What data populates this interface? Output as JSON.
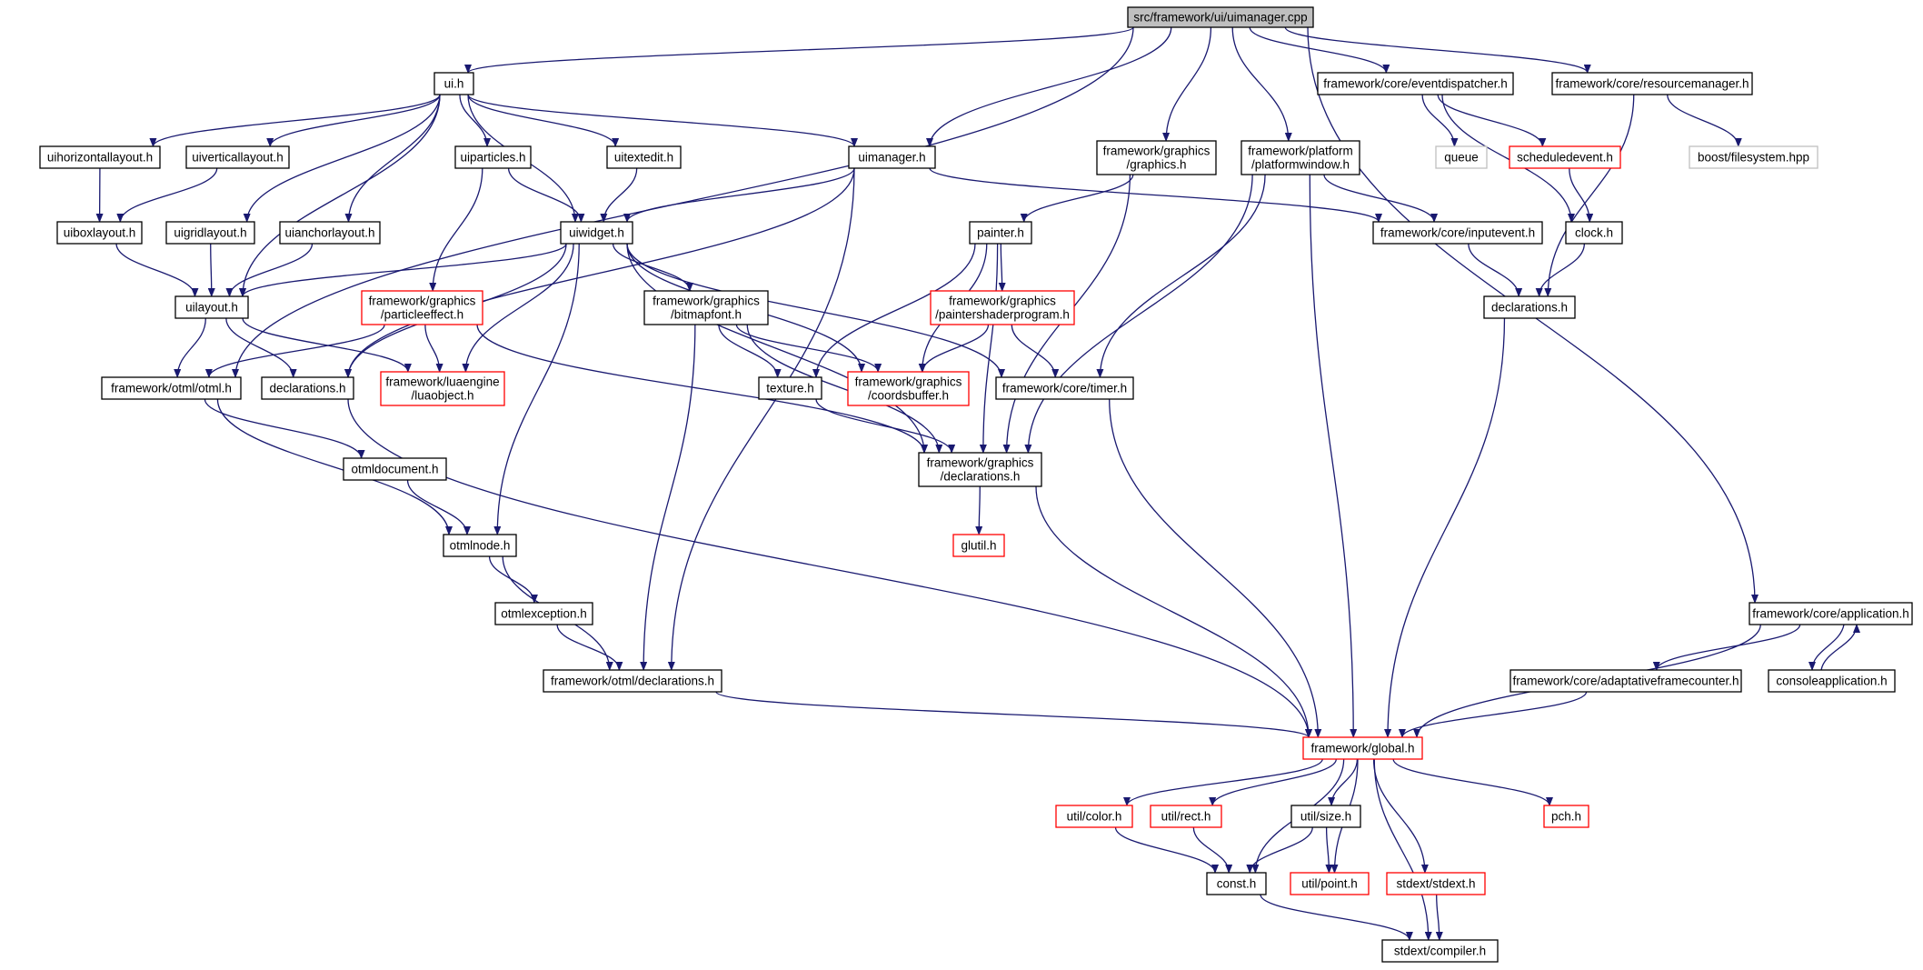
{
  "colors": {
    "edge": "#191970",
    "border_normal": "#000000",
    "border_incomplete": "#ff0000",
    "border_external": "#bfbfbf",
    "fill_root": "#bfbfbf",
    "fill_default": "#ffffff"
  },
  "nodes": [
    {
      "id": "n_root",
      "label": "src/framework/ui/uimanager.cpp",
      "kind": "root"
    },
    {
      "id": "n_ui",
      "label": "ui.h",
      "kind": "normal"
    },
    {
      "id": "n_eventdispatcher",
      "label": "framework/core/eventdispatcher.h",
      "kind": "normal"
    },
    {
      "id": "n_resourcemanager",
      "label": "framework/core/resourcemanager.h",
      "kind": "normal"
    },
    {
      "id": "n_uihorizontallayout",
      "label": "uihorizontallayout.h",
      "kind": "normal"
    },
    {
      "id": "n_uiverticallayout",
      "label": "uiverticallayout.h",
      "kind": "normal"
    },
    {
      "id": "n_uiparticles",
      "label": "uiparticles.h",
      "kind": "normal"
    },
    {
      "id": "n_uitextedit",
      "label": "uitextedit.h",
      "kind": "normal"
    },
    {
      "id": "n_uimanager_h",
      "label": "uimanager.h",
      "kind": "normal"
    },
    {
      "id": "n_graphics",
      "label": "framework/graphics\n/graphics.h",
      "kind": "normal"
    },
    {
      "id": "n_platformwindow",
      "label": "framework/platform\n/platformwindow.h",
      "kind": "normal"
    },
    {
      "id": "n_queue",
      "label": "queue",
      "kind": "external"
    },
    {
      "id": "n_scheduledevent",
      "label": "scheduledevent.h",
      "kind": "incomplete"
    },
    {
      "id": "n_boostfs",
      "label": "boost/filesystem.hpp",
      "kind": "external"
    },
    {
      "id": "n_uiboxlayout",
      "label": "uiboxlayout.h",
      "kind": "normal"
    },
    {
      "id": "n_uigridlayout",
      "label": "uigridlayout.h",
      "kind": "normal"
    },
    {
      "id": "n_uianchorlayout",
      "label": "uianchorlayout.h",
      "kind": "normal"
    },
    {
      "id": "n_uiwidget",
      "label": "uiwidget.h",
      "kind": "normal"
    },
    {
      "id": "n_painter",
      "label": "painter.h",
      "kind": "normal"
    },
    {
      "id": "n_inputevent",
      "label": "framework/core/inputevent.h",
      "kind": "normal"
    },
    {
      "id": "n_clock",
      "label": "clock.h",
      "kind": "normal"
    },
    {
      "id": "n_uilayout",
      "label": "uilayout.h",
      "kind": "normal"
    },
    {
      "id": "n_particleeffect",
      "label": "framework/graphics\n/particleeffect.h",
      "kind": "incomplete"
    },
    {
      "id": "n_bitmapfont",
      "label": "framework/graphics\n/bitmapfont.h",
      "kind": "normal"
    },
    {
      "id": "n_paintershader",
      "label": "framework/graphics\n/paintershaderprogram.h",
      "kind": "incomplete"
    },
    {
      "id": "n_core_decl",
      "label": "declarations.h",
      "kind": "normal"
    },
    {
      "id": "n_otml",
      "label": "framework/otml/otml.h",
      "kind": "normal"
    },
    {
      "id": "n_ui_decl",
      "label": "declarations.h",
      "kind": "normal"
    },
    {
      "id": "n_luaobject",
      "label": "framework/luaengine\n/luaobject.h",
      "kind": "incomplete"
    },
    {
      "id": "n_texture",
      "label": "texture.h",
      "kind": "normal"
    },
    {
      "id": "n_coordsbuffer",
      "label": "framework/graphics\n/coordsbuffer.h",
      "kind": "incomplete"
    },
    {
      "id": "n_timer",
      "label": "framework/core/timer.h",
      "kind": "normal"
    },
    {
      "id": "n_otmldocument",
      "label": "otmldocument.h",
      "kind": "normal"
    },
    {
      "id": "n_gfx_decl",
      "label": "framework/graphics\n/declarations.h",
      "kind": "normal"
    },
    {
      "id": "n_otmlnode",
      "label": "otmlnode.h",
      "kind": "normal"
    },
    {
      "id": "n_glutil",
      "label": "glutil.h",
      "kind": "incomplete"
    },
    {
      "id": "n_otmlexception",
      "label": "otmlexception.h",
      "kind": "normal"
    },
    {
      "id": "n_application",
      "label": "framework/core/application.h",
      "kind": "normal"
    },
    {
      "id": "n_otml_decl",
      "label": "framework/otml/declarations.h",
      "kind": "normal"
    },
    {
      "id": "n_adaptive",
      "label": "framework/core/adaptativeframecounter.h",
      "kind": "normal"
    },
    {
      "id": "n_consoleapp",
      "label": "consoleapplication.h",
      "kind": "normal"
    },
    {
      "id": "n_global",
      "label": "framework/global.h",
      "kind": "incomplete"
    },
    {
      "id": "n_color",
      "label": "util/color.h",
      "kind": "incomplete"
    },
    {
      "id": "n_rect",
      "label": "util/rect.h",
      "kind": "incomplete"
    },
    {
      "id": "n_size",
      "label": "util/size.h",
      "kind": "normal"
    },
    {
      "id": "n_pch",
      "label": "pch.h",
      "kind": "incomplete"
    },
    {
      "id": "n_const",
      "label": "const.h",
      "kind": "normal"
    },
    {
      "id": "n_point",
      "label": "util/point.h",
      "kind": "incomplete"
    },
    {
      "id": "n_stdext",
      "label": "stdext/stdext.h",
      "kind": "incomplete"
    },
    {
      "id": "n_compiler",
      "label": "stdext/compiler.h",
      "kind": "normal"
    }
  ],
  "edges": [
    [
      "n_root",
      "n_ui"
    ],
    [
      "n_root",
      "n_uimanager_h"
    ],
    [
      "n_root",
      "n_graphics"
    ],
    [
      "n_root",
      "n_platformwindow"
    ],
    [
      "n_root",
      "n_eventdispatcher"
    ],
    [
      "n_root",
      "n_resourcemanager"
    ],
    [
      "n_root",
      "n_application"
    ],
    [
      "n_root",
      "n_otml"
    ],
    [
      "n_ui",
      "n_uihorizontallayout"
    ],
    [
      "n_ui",
      "n_uiverticallayout"
    ],
    [
      "n_ui",
      "n_uiparticles"
    ],
    [
      "n_ui",
      "n_uitextedit"
    ],
    [
      "n_ui",
      "n_uimanager_h"
    ],
    [
      "n_ui",
      "n_uigridlayout"
    ],
    [
      "n_ui",
      "n_uianchorlayout"
    ],
    [
      "n_ui",
      "n_uiwidget"
    ],
    [
      "n_ui",
      "n_uilayout"
    ],
    [
      "n_uihorizontallayout",
      "n_uiboxlayout"
    ],
    [
      "n_uiverticallayout",
      "n_uiboxlayout"
    ],
    [
      "n_uiboxlayout",
      "n_uilayout"
    ],
    [
      "n_uigridlayout",
      "n_uilayout"
    ],
    [
      "n_uianchorlayout",
      "n_uilayout"
    ],
    [
      "n_uiparticles",
      "n_uiwidget"
    ],
    [
      "n_uiparticles",
      "n_particleeffect"
    ],
    [
      "n_uitextedit",
      "n_uiwidget"
    ],
    [
      "n_uimanager_h",
      "n_uiwidget"
    ],
    [
      "n_uimanager_h",
      "n_inputevent"
    ],
    [
      "n_uimanager_h",
      "n_ui_decl"
    ],
    [
      "n_uimanager_h",
      "n_otml_decl"
    ],
    [
      "n_uiwidget",
      "n_uilayout"
    ],
    [
      "n_uiwidget",
      "n_ui_decl"
    ],
    [
      "n_uiwidget",
      "n_luaobject"
    ],
    [
      "n_uiwidget",
      "n_bitmapfont"
    ],
    [
      "n_uiwidget",
      "n_coordsbuffer"
    ],
    [
      "n_uiwidget",
      "n_timer"
    ],
    [
      "n_uiwidget",
      "n_gfx_decl"
    ],
    [
      "n_uiwidget",
      "n_otmlnode"
    ],
    [
      "n_uilayout",
      "n_otml"
    ],
    [
      "n_uilayout",
      "n_ui_decl"
    ],
    [
      "n_uilayout",
      "n_luaobject"
    ],
    [
      "n_particleeffect",
      "n_otml"
    ],
    [
      "n_particleeffect",
      "n_luaobject"
    ],
    [
      "n_particleeffect",
      "n_gfx_decl"
    ],
    [
      "n_otml",
      "n_otmldocument"
    ],
    [
      "n_otml",
      "n_otmlnode"
    ],
    [
      "n_otmldocument",
      "n_otmlnode"
    ],
    [
      "n_otmlnode",
      "n_otmlexception"
    ],
    [
      "n_otmlnode",
      "n_otml_decl"
    ],
    [
      "n_otmlexception",
      "n_otml_decl"
    ],
    [
      "n_otml_decl",
      "n_global"
    ],
    [
      "n_ui_decl",
      "n_global"
    ],
    [
      "n_bitmapfont",
      "n_texture"
    ],
    [
      "n_bitmapfont",
      "n_coordsbuffer"
    ],
    [
      "n_bitmapfont",
      "n_gfx_decl"
    ],
    [
      "n_bitmapfont",
      "n_otml_decl"
    ],
    [
      "n_graphics",
      "n_painter"
    ],
    [
      "n_graphics",
      "n_gfx_decl"
    ],
    [
      "n_painter",
      "n_paintershader"
    ],
    [
      "n_painter",
      "n_texture"
    ],
    [
      "n_painter",
      "n_coordsbuffer"
    ],
    [
      "n_painter",
      "n_gfx_decl"
    ],
    [
      "n_paintershader",
      "n_coordsbuffer"
    ],
    [
      "n_paintershader",
      "n_timer"
    ],
    [
      "n_texture",
      "n_gfx_decl"
    ],
    [
      "n_gfx_decl",
      "n_glutil"
    ],
    [
      "n_gfx_decl",
      "n_global"
    ],
    [
      "n_platformwindow",
      "n_inputevent"
    ],
    [
      "n_platformwindow",
      "n_timer"
    ],
    [
      "n_platformwindow",
      "n_gfx_decl"
    ],
    [
      "n_platformwindow",
      "n_global"
    ],
    [
      "n_timer",
      "n_global"
    ],
    [
      "n_eventdispatcher",
      "n_queue"
    ],
    [
      "n_eventdispatcher",
      "n_scheduledevent"
    ],
    [
      "n_eventdispatcher",
      "n_clock"
    ],
    [
      "n_scheduledevent",
      "n_clock"
    ],
    [
      "n_clock",
      "n_core_decl"
    ],
    [
      "n_inputevent",
      "n_core_decl"
    ],
    [
      "n_resourcemanager",
      "n_boostfs"
    ],
    [
      "n_resourcemanager",
      "n_core_decl"
    ],
    [
      "n_core_decl",
      "n_global"
    ],
    [
      "n_application",
      "n_global"
    ],
    [
      "n_application",
      "n_adaptive"
    ],
    [
      "n_application",
      "n_consoleapp"
    ],
    [
      "n_consoleapp",
      "n_application"
    ],
    [
      "n_adaptive",
      "n_global"
    ],
    [
      "n_global",
      "n_color"
    ],
    [
      "n_global",
      "n_rect"
    ],
    [
      "n_global",
      "n_size"
    ],
    [
      "n_global",
      "n_const"
    ],
    [
      "n_global",
      "n_point"
    ],
    [
      "n_global",
      "n_stdext"
    ],
    [
      "n_global",
      "n_compiler"
    ],
    [
      "n_global",
      "n_pch"
    ],
    [
      "n_color",
      "n_const"
    ],
    [
      "n_rect",
      "n_const"
    ],
    [
      "n_size",
      "n_const"
    ],
    [
      "n_size",
      "n_point"
    ],
    [
      "n_stdext",
      "n_compiler"
    ],
    [
      "n_const",
      "n_compiler"
    ]
  ]
}
